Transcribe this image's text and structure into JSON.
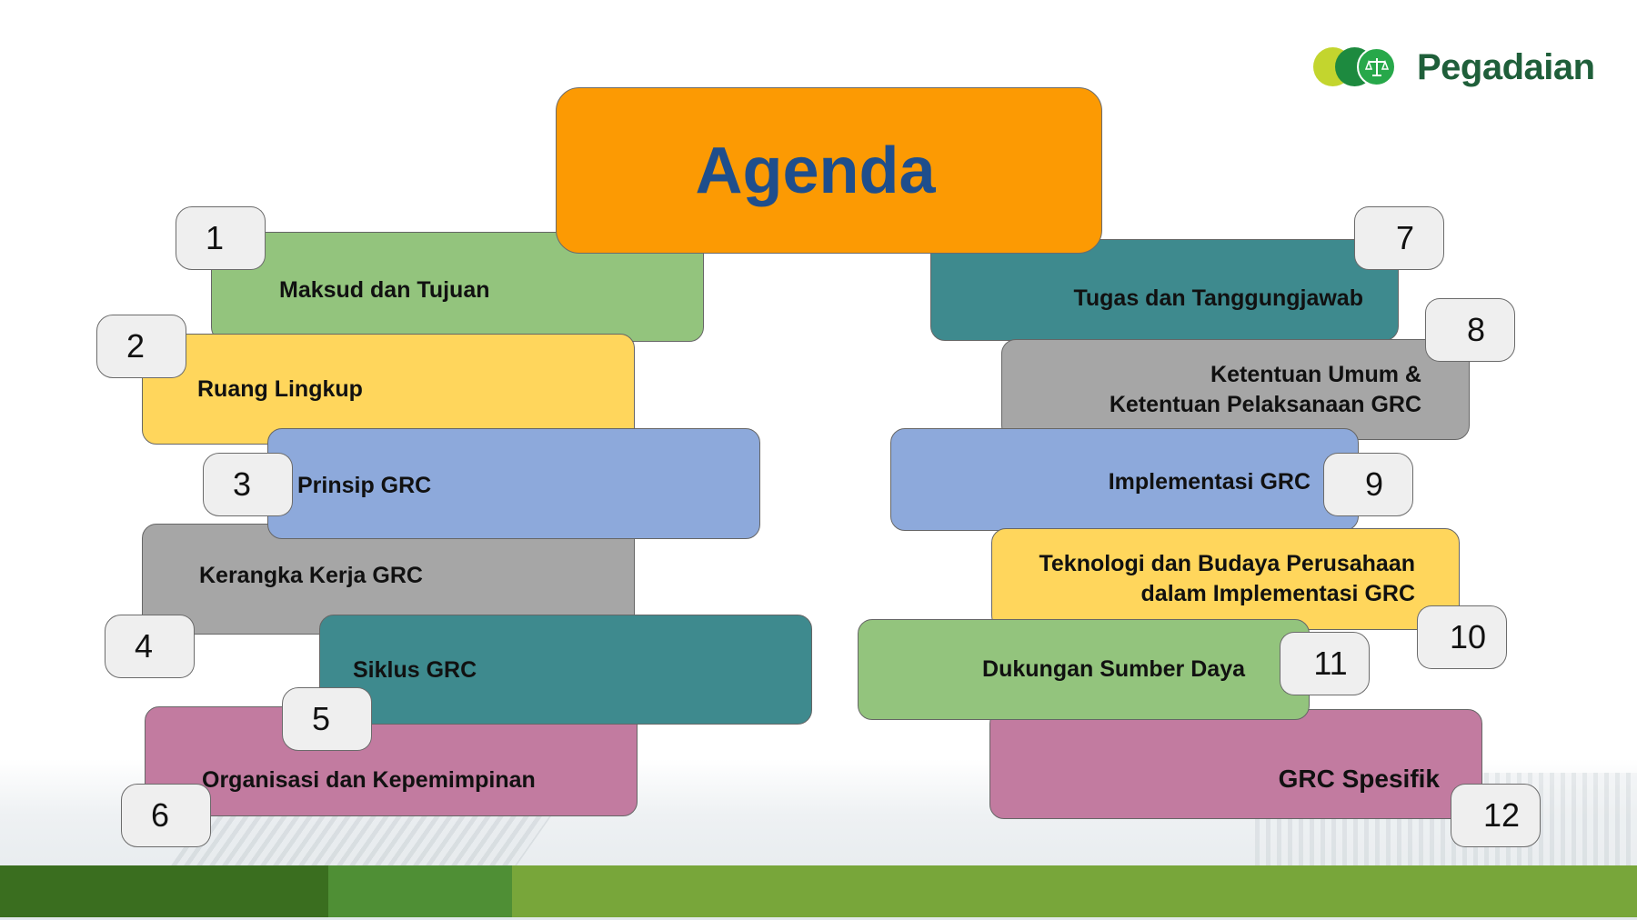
{
  "brand": {
    "name": "Pegadaian",
    "colors": {
      "lime": "#c3d52e",
      "green": "#1d8a3f",
      "text": "#1f5f3a"
    }
  },
  "title": "Agenda",
  "items": [
    {
      "num": "1",
      "label": "Maksud dan Tujuan"
    },
    {
      "num": "2",
      "label": "Ruang Lingkup"
    },
    {
      "num": "3",
      "label": "Prinsip GRC"
    },
    {
      "num": "4",
      "label": "Kerangka Kerja GRC"
    },
    {
      "num": "5",
      "label": "Siklus GRC"
    },
    {
      "num": "6",
      "label": "Organisasi dan Kepemimpinan"
    },
    {
      "num": "7",
      "label": "Tugas dan Tanggungjawab"
    },
    {
      "num": "8",
      "label_line1": "Ketentuan Umum &",
      "label_line2": "Ketentuan Pelaksanaan GRC"
    },
    {
      "num": "9",
      "label": "Implementasi GRC"
    },
    {
      "num": "10",
      "label_line1": "Teknologi dan Budaya Perusahaan",
      "label_line2": "dalam Implementasi GRC"
    },
    {
      "num": "11",
      "label": "Dukungan Sumber Daya"
    },
    {
      "num": "12",
      "label": "GRC Spesifik"
    }
  ],
  "colors": {
    "title_bg": "#fc9a03",
    "title_text": "#1f4e8c",
    "green": "#93c47d",
    "yellow": "#ffd65c",
    "blue": "#8da9db",
    "gray": "#a6a6a6",
    "teal": "#3e8a8e",
    "pink": "#c27ba0",
    "footer": [
      "#3a6e1f",
      "#4f8f35",
      "#78a63a"
    ]
  }
}
